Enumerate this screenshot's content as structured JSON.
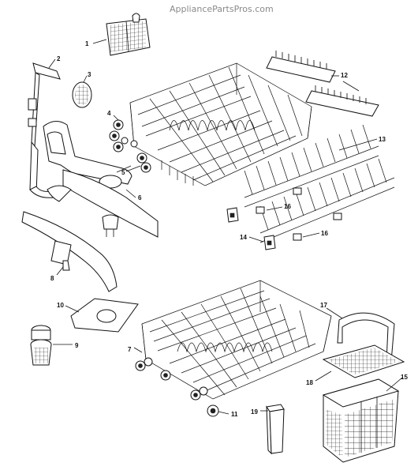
{
  "watermark": "AppliancePartsPros.com",
  "callouts": [
    "1",
    "2",
    "3",
    "4",
    "5",
    "6",
    "8",
    "9",
    "10",
    "7",
    "11",
    "12",
    "13",
    "14",
    "16",
    "16",
    "17",
    "15",
    "18",
    "19"
  ]
}
